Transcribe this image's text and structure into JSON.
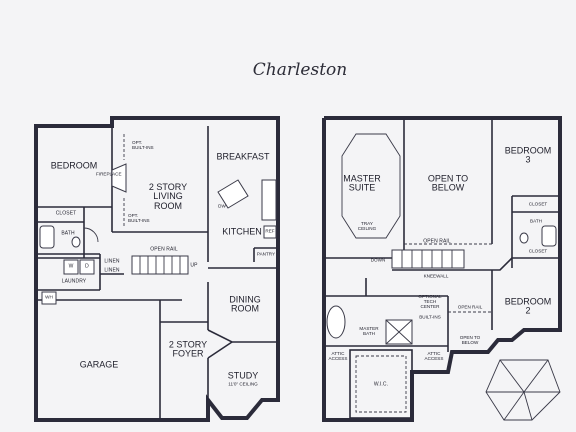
{
  "title": "Charleston",
  "first_floor": {
    "bedroom": "BEDROOM",
    "closet": "CLOSET",
    "bath": "BATH",
    "opt_built_ins_upper": "OPT.\nBUILT-INS",
    "fireplace": "FIREPLACE",
    "living_room": "2 STORY\nLIVING\nROOM",
    "opt_built_ins_lower": "OPT.\nBUILT-INS",
    "breakfast": "BREAKFAST",
    "dw": "DW",
    "kitchen": "KITCHEN",
    "ref": "REF",
    "pantry": "PANTRY",
    "open_rail": "OPEN RAIL",
    "up": "UP",
    "washer": "W",
    "dryer": "D",
    "linen_upper": "LINEN",
    "linen_lower": "LINEN",
    "laundry": "LAUNDRY",
    "wh": "WH",
    "garage": "GARAGE",
    "dining_room": "DINING\nROOM",
    "foyer": "2 STORY\nFOYER",
    "study": "STUDY",
    "study_ceiling": "11'0\" CEILING"
  },
  "second_floor": {
    "master_suite": "MASTER\nSUITE",
    "tray_ceiling": "TRAY\nCEILING",
    "open_to_below_main": "OPEN TO\nBELOW",
    "bedroom3": "BEDROOM 3",
    "closet_upper": "CLOSET",
    "bath": "BATH",
    "closet_lower": "CLOSET",
    "open_rail_upper": "OPEN RAIL",
    "down": "DOWN",
    "kneewall": "KNEEWALL",
    "tech_center": "OPTIONAL\nTECH\nCENTER",
    "built_ins": "BUILT-INS",
    "open_rail_lower": "OPEN RAIL",
    "bedroom2": "BEDROOM 2",
    "open_to_below_small": "OPEN TO\nBELOW",
    "master_bath": "MASTER\nBATH",
    "attic_access_left": "ATTIC\nACCESS",
    "attic_access_right": "ATTIC\nACCESS",
    "wic": "W.I.C."
  }
}
